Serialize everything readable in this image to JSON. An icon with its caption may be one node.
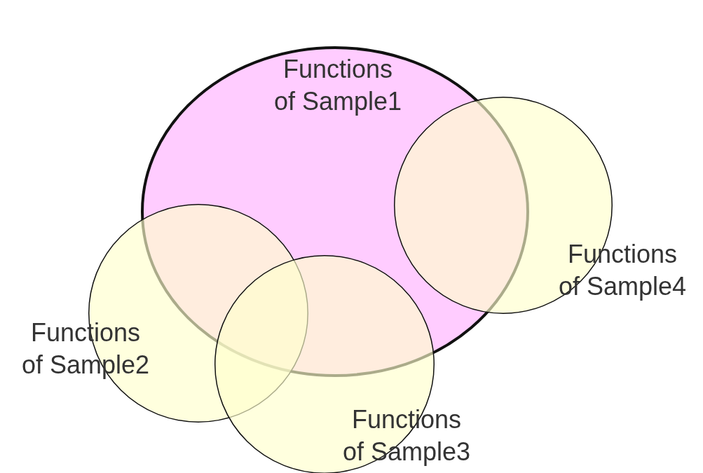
{
  "diagram": {
    "nodes": [
      {
        "text": [
          "Functions of Sample1"
        ]
      },
      {
        "text": [
          "Functions of Sample4"
        ]
      },
      {
        "text": [
          "Functions of Sample2"
        ]
      },
      {
        "text": [
          "Functions of Sample3"
        ]
      }
    ],
    "edges": []
  }
}
